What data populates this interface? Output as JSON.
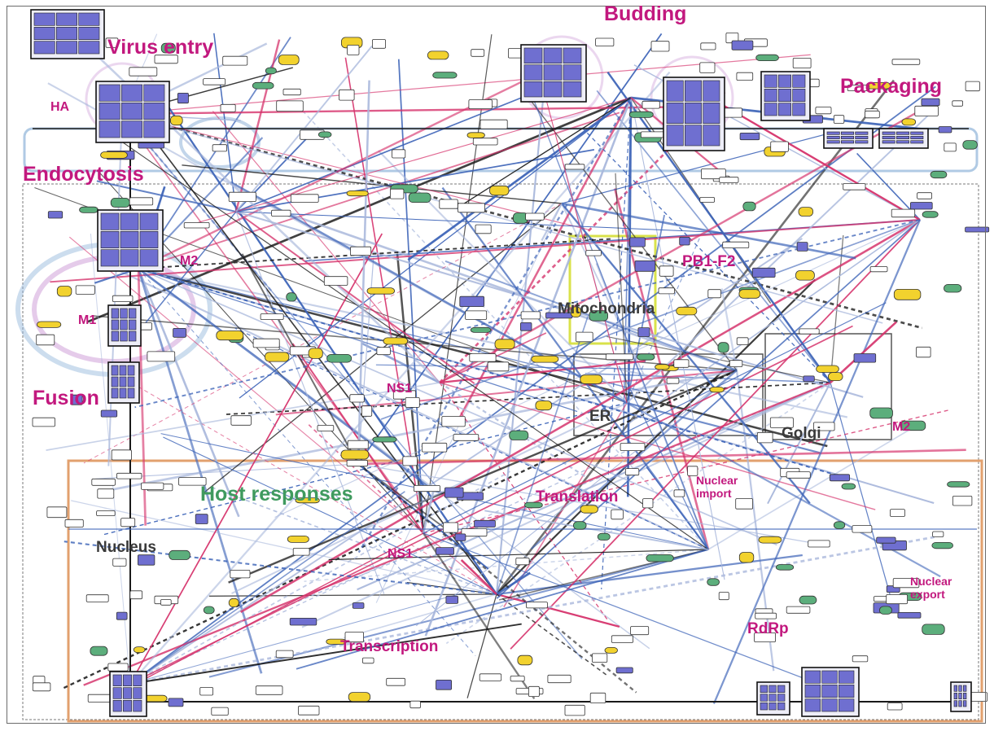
{
  "colors": {
    "process_label": "#c2187e",
    "host_label": "#3f9a5e",
    "compartment_label": "#3a3a3a",
    "edge_magenta": "#d6336c",
    "edge_blue": "#3d64b8",
    "edge_black": "#1a1a1a",
    "edge_light": "#a9b8dc",
    "node_purple": "#6f6fd0",
    "node_green": "#5cae7c",
    "node_yellow": "#f2d22e",
    "nucleus_border": "#e2a06e",
    "membrane_blue": "#8fb3d9",
    "membrane_purple": "#c58bd0",
    "mito_border": "#d9e24a"
  },
  "labels": {
    "virus_entry": "Virus entry",
    "endocytosis": "Endocytosis",
    "fusion": "Fusion",
    "budding": "Budding",
    "packaging": "Packaging",
    "ha": "HA",
    "m2_top": "M2",
    "m1": "M1",
    "m2_golgi": "M2",
    "pb1_f2": "PB1-F2",
    "mitochondria": "Mitochondria",
    "ns1_top": "NS1",
    "ns1_bottom": "NS1",
    "er": "ER",
    "golgi": "Golgi",
    "host_responses": "Host responses",
    "translation": "Translation",
    "nuclear_import": "Nuclear import",
    "nuclear_export": "Nuclear export",
    "nucleus": "Nucleus",
    "rdrp": "RdRp",
    "transcription": "Transcription"
  }
}
